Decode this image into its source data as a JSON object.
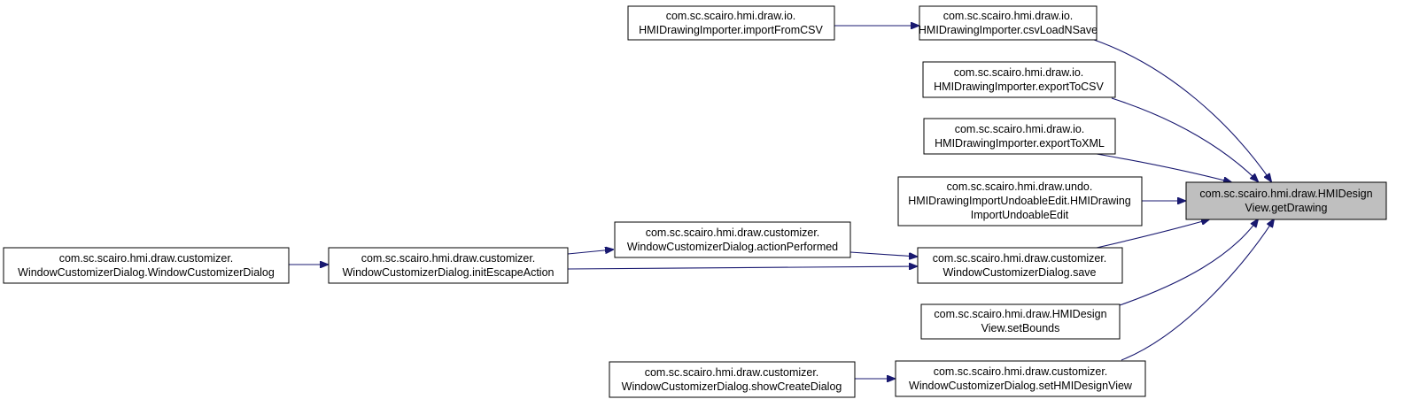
{
  "colors": {
    "edge": "#191970",
    "target_fill": "#bfbfbf",
    "node_fill": "#ffffff",
    "border": "#000000"
  },
  "nodes": {
    "getDrawing": {
      "line1": "com.sc.scairo.hmi.draw.HMIDesign",
      "line2": "View.getDrawing"
    },
    "importFromCSV": {
      "line1": "com.sc.scairo.hmi.draw.io.",
      "line2": "HMIDrawingImporter.importFromCSV"
    },
    "csvLoadNSave": {
      "line1": "com.sc.scairo.hmi.draw.io.",
      "line2": "HMIDrawingImporter.csvLoadNSave"
    },
    "exportToCSV": {
      "line1": "com.sc.scairo.hmi.draw.io.",
      "line2": "HMIDrawingImporter.exportToCSV"
    },
    "exportToXML": {
      "line1": "com.sc.scairo.hmi.draw.io.",
      "line2": "HMIDrawingImporter.exportToXML"
    },
    "undoableEdit": {
      "line1": "com.sc.scairo.hmi.draw.undo.",
      "line2": "HMIDrawingImportUndoableEdit.HMIDrawing",
      "line3": "ImportUndoableEdit"
    },
    "windowCustomizerDialog": {
      "line1": "com.sc.scairo.hmi.draw.customizer.",
      "line2": "WindowCustomizerDialog.WindowCustomizerDialog"
    },
    "initEscapeAction": {
      "line1": "com.sc.scairo.hmi.draw.customizer.",
      "line2": "WindowCustomizerDialog.initEscapeAction"
    },
    "actionPerformed": {
      "line1": "com.sc.scairo.hmi.draw.customizer.",
      "line2": "WindowCustomizerDialog.actionPerformed"
    },
    "save": {
      "line1": "com.sc.scairo.hmi.draw.customizer.",
      "line2": "WindowCustomizerDialog.save"
    },
    "setBounds": {
      "line1": "com.sc.scairo.hmi.draw.HMIDesign",
      "line2": "View.setBounds"
    },
    "showCreateDialog": {
      "line1": "com.sc.scairo.hmi.draw.customizer.",
      "line2": "WindowCustomizerDialog.showCreateDialog"
    },
    "setHMIDesignView": {
      "line1": "com.sc.scairo.hmi.draw.customizer.",
      "line2": "WindowCustomizerDialog.setHMIDesignView"
    }
  },
  "edges": [
    {
      "from": "importFromCSV",
      "to": "csvLoadNSave"
    },
    {
      "from": "csvLoadNSave",
      "to": "getDrawing"
    },
    {
      "from": "exportToCSV",
      "to": "getDrawing"
    },
    {
      "from": "exportToXML",
      "to": "getDrawing"
    },
    {
      "from": "undoableEdit",
      "to": "getDrawing"
    },
    {
      "from": "windowCustomizerDialog",
      "to": "initEscapeAction"
    },
    {
      "from": "initEscapeAction",
      "to": "actionPerformed"
    },
    {
      "from": "initEscapeAction",
      "to": "save"
    },
    {
      "from": "actionPerformed",
      "to": "save"
    },
    {
      "from": "save",
      "to": "getDrawing"
    },
    {
      "from": "setBounds",
      "to": "getDrawing"
    },
    {
      "from": "showCreateDialog",
      "to": "setHMIDesignView"
    },
    {
      "from": "setHMIDesignView",
      "to": "getDrawing"
    }
  ]
}
